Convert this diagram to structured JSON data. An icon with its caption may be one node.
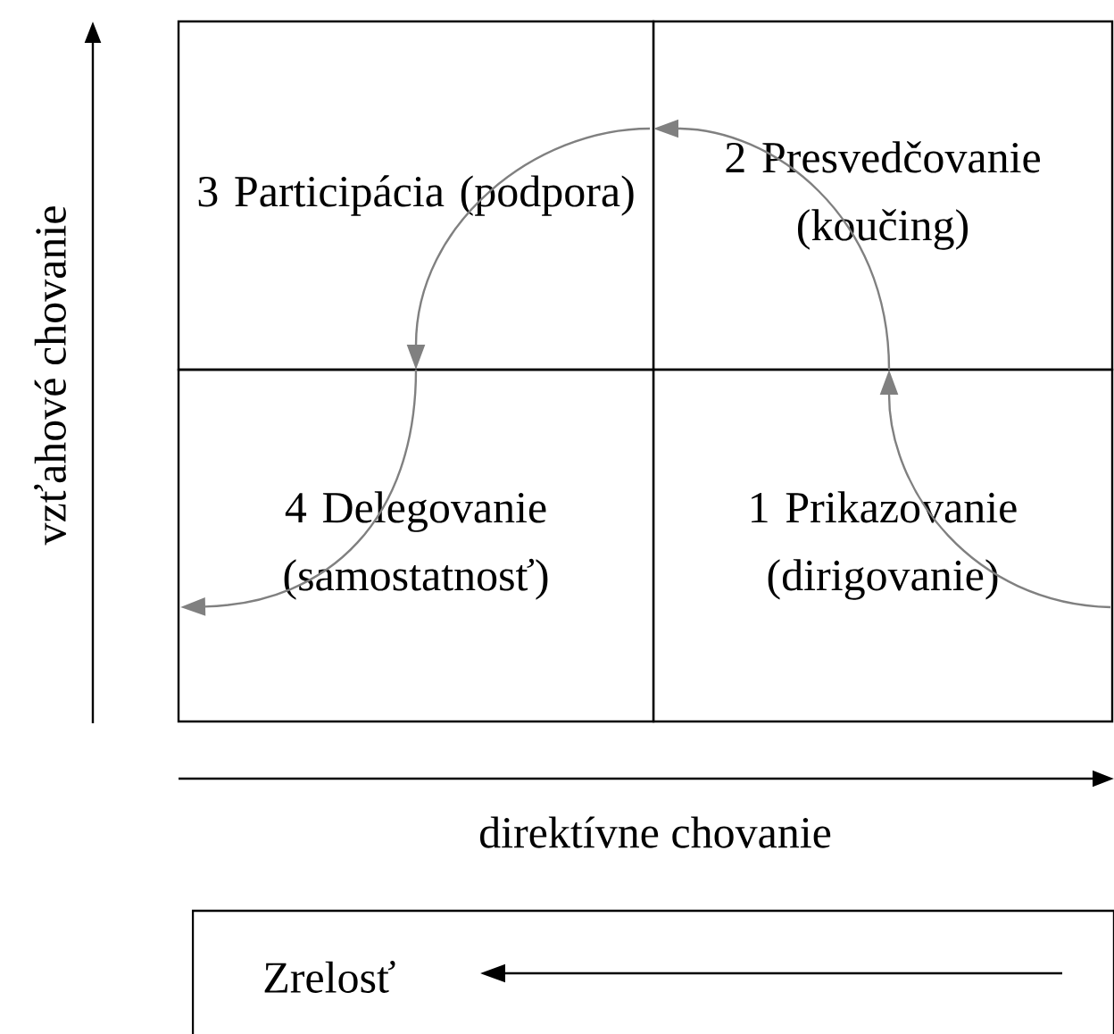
{
  "diagram": {
    "nodes": [
      {
        "text": [
          "3 Participácia (podpora)"
        ]
      },
      {
        "text": [
          "2 Presvedčovanie (koučing)"
        ]
      },
      {
        "text": [
          "4 Delegovanie (samostatnosť)"
        ]
      },
      {
        "text": [
          "1 Prikazovanie (dirigovanie)"
        ]
      },
      {
        "text": [],
        "shape": "box"
      },
      {
        "text": [
          "Zrelosť"
        ],
        "in": 4
      }
    ],
    "edges": [
      {
        "from": 3,
        "to": 1,
        "arrow": "to",
        "color": "#808080"
      },
      {
        "from": 1,
        "to": 0,
        "arrow": "to",
        "color": "#808080"
      },
      {
        "from": 0,
        "to": 2,
        "arrow": "to",
        "color": "#808080"
      },
      {
        "from": 2,
        "to": null,
        "arrow": "to",
        "color": "#808080"
      },
      {
        "from": null,
        "to": 5,
        "arrow": "to",
        "color": "#000000"
      }
    ],
    "labels": [
      "vzťahové chovanie",
      "direktívne chovanie"
    ]
  }
}
